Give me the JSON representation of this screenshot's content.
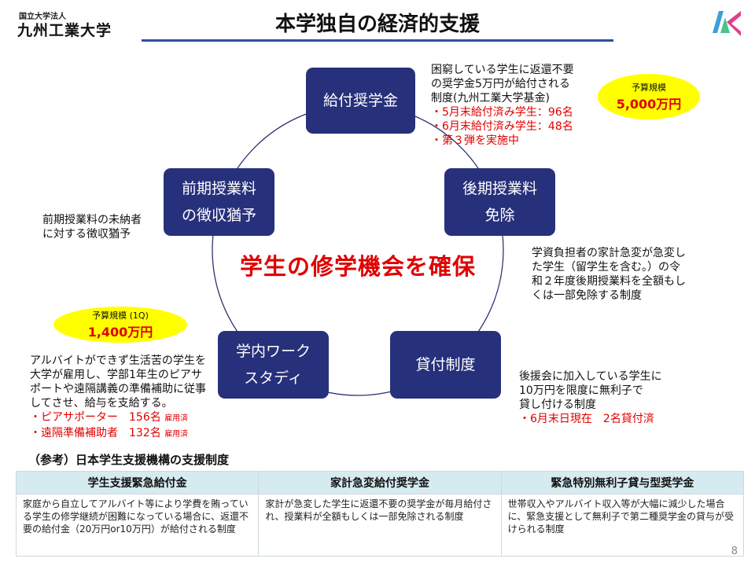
{
  "header": {
    "univ_small": "国立大学法人",
    "univ_name": "九州工業大学",
    "title": "本学独自の経済的支援"
  },
  "colors": {
    "node": "#27307b",
    "accent": "#e00000",
    "oval": "#ffff00",
    "table_header": "#d6ebef"
  },
  "nodes": {
    "kyufu": "給付奨学金",
    "kouki": [
      "後期授業料",
      "免除"
    ],
    "taiyo": "貸付制度",
    "gakunai": [
      "学内ワーク",
      "スタディ"
    ],
    "zenki": [
      "前期授業料",
      "の徴収猶予"
    ]
  },
  "center": "学生の修学機会を確保",
  "notes": {
    "kyufu": {
      "lines": [
        "困窮している学生に返還不要",
        "の奨学金5万円が給付される",
        "制度(九州工業大学基金)"
      ],
      "red": [
        "・5月末給付済み学生：96名",
        "・6月末給付済み学生：48名",
        "・第３弾を実施中"
      ]
    },
    "kouki": [
      "学資負担者の家計急変が急変し",
      "た学生（留学生を含む。）の令",
      "和２年度後期授業料を全額もし",
      "くは一部免除する制度"
    ],
    "taiyo": {
      "lines": [
        "後援会に加入している学生に",
        "10万円を限度に無利子で",
        "貸し付ける制度"
      ],
      "red": "・6月末日現在　2名貸付済"
    },
    "gakunai": {
      "lines": [
        "アルバイトができず生活苦の学生を",
        "大学が雇用し、学部1年生のピアサ",
        "ポートや遠隔講義の準備補助に従事",
        "してさせ、給与を支給する。"
      ],
      "red1": "・ピアサポーター　156名",
      "tag1": "雇用済",
      "red2": "・遠隔準備補助者　132名",
      "tag2": "雇用済"
    },
    "zenki": [
      "前期授業料の未納者",
      "に対する徴収猶予"
    ]
  },
  "budget_top": {
    "label": "予算規模",
    "amount": "5,000万円"
  },
  "budget_left": {
    "label": "予算規模 (1Q)",
    "amount": "1,400万円"
  },
  "reference": {
    "title": "（参考）日本学生支援機構の支援制度",
    "headers": [
      "学生支援緊急給付金",
      "家計急変給付奨学金",
      "緊急特別無利子貸与型奨学金"
    ],
    "cells": [
      "家庭から自立してアルバイト等により学費を賄っている学生の修学継続が困難になっている場合に、返還不要の給付金（20万円or10万円）が給付される制度",
      "家計が急変した学生に返還不要の奨学金が毎月給付され、授業料が全額もしくは一部免除される制度",
      "世帯収入やアルバイト収入等が大幅に減少した場合に、緊急支援として無利子で第二種奨学金の貸与が受けられる制度"
    ]
  },
  "page_number": "8"
}
